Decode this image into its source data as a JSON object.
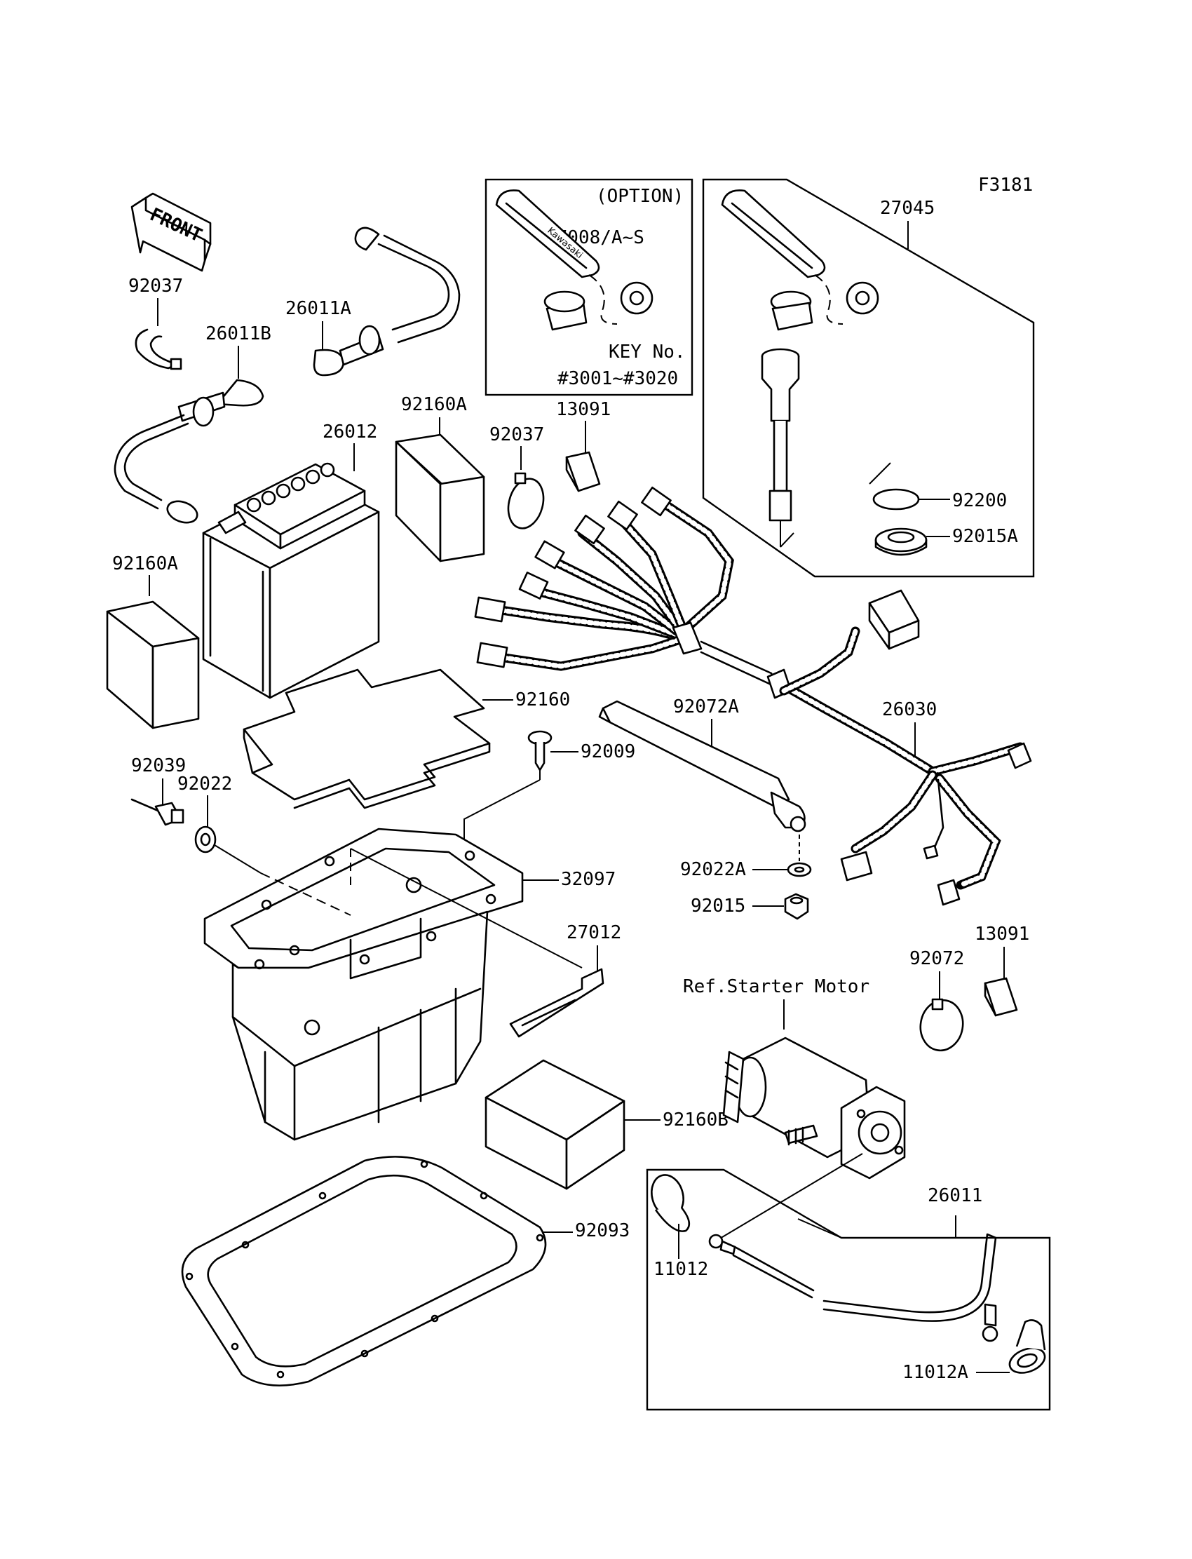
{
  "drawing_code": "F3181",
  "front_arrow_text": "FRONT",
  "option_box": {
    "title": "(OPTION)",
    "key_label": "KEY No.",
    "key_range": "#3001~#3020"
  },
  "part_labels": {
    "p27045": "27045",
    "p27008": "27008/A~S",
    "p92037_top": "92037",
    "p26011A": "26011A",
    "p26011B": "26011B",
    "p92160A_top": "92160A",
    "p26012": "26012",
    "p92037_mid": "92037",
    "p13091_top": "13091",
    "p92200": "92200",
    "p92015A": "92015A",
    "p92160A_left": "92160A",
    "p92160": "92160",
    "p92072A": "92072A",
    "p26030": "26030",
    "p92009": "92009",
    "p92039": "92039",
    "p92022": "92022",
    "p32097": "32097",
    "p92022A": "92022A",
    "p92015": "92015",
    "p27012": "27012",
    "p13091_right": "13091",
    "p92072": "92072",
    "p92160B": "92160B",
    "p26011": "26011",
    "p92093": "92093",
    "p11012": "11012",
    "p11012A": "11012A"
  },
  "ref_note": "Ref.Starter Motor",
  "brand_mark": "Kawasaki"
}
